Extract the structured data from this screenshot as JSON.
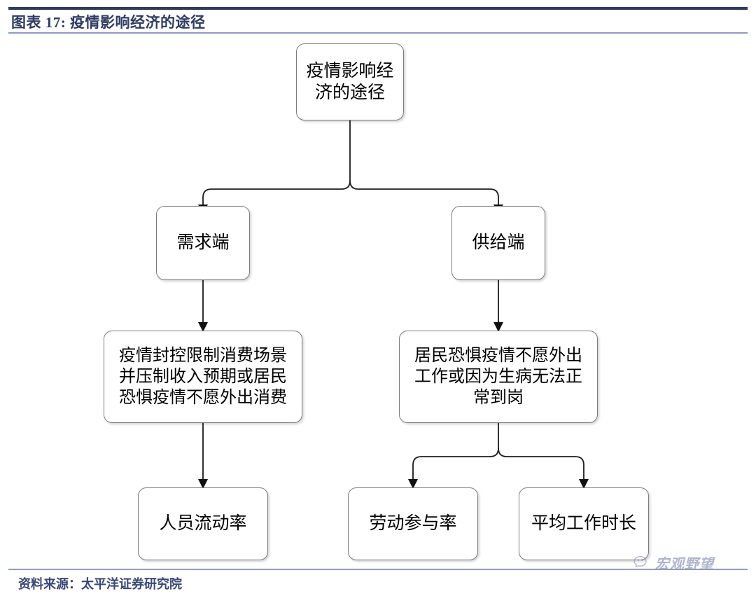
{
  "header": {
    "title": "图表 17:  疫情影响经济的途径"
  },
  "footer": {
    "source": "资料来源：太平洋证券研究院",
    "watermark": "宏观野望",
    "watermark_icon": "wechat-icon"
  },
  "chart_data": {
    "type": "diagram",
    "title": "疫情影响经济的途径",
    "nodes": [
      {
        "id": "root",
        "label": "疫情影响经\n济的途径",
        "level": 0
      },
      {
        "id": "demand",
        "label": "需求端",
        "level": 1
      },
      {
        "id": "supply",
        "label": "供给端",
        "level": 1
      },
      {
        "id": "demand_detail",
        "label": "疫情封控限制消费场景\n并压制收入预期或居民\n恐惧疫情不愿外出消费",
        "level": 2
      },
      {
        "id": "supply_detail",
        "label": "居民恐惧疫情不愿外出\n工作或因为生病无法正\n常到岗",
        "level": 2
      },
      {
        "id": "mobility",
        "label": "人员流动率",
        "level": 3
      },
      {
        "id": "participation",
        "label": "劳动参与率",
        "level": 3
      },
      {
        "id": "hours",
        "label": "平均工作时长",
        "level": 3
      }
    ],
    "edges": [
      {
        "from": "root",
        "to": "demand"
      },
      {
        "from": "root",
        "to": "supply"
      },
      {
        "from": "demand",
        "to": "demand_detail"
      },
      {
        "from": "supply",
        "to": "supply_detail"
      },
      {
        "from": "demand_detail",
        "to": "mobility"
      },
      {
        "from": "supply_detail",
        "to": "participation"
      },
      {
        "from": "supply_detail",
        "to": "hours"
      }
    ]
  },
  "colors": {
    "rule_dark": "#2f3b63",
    "rule_light": "#8e9bc4",
    "title_text": "#2f3b63",
    "node_border": "#7d7d7d",
    "connector": "#1c1c1c",
    "watermark": "#7d88b0"
  }
}
